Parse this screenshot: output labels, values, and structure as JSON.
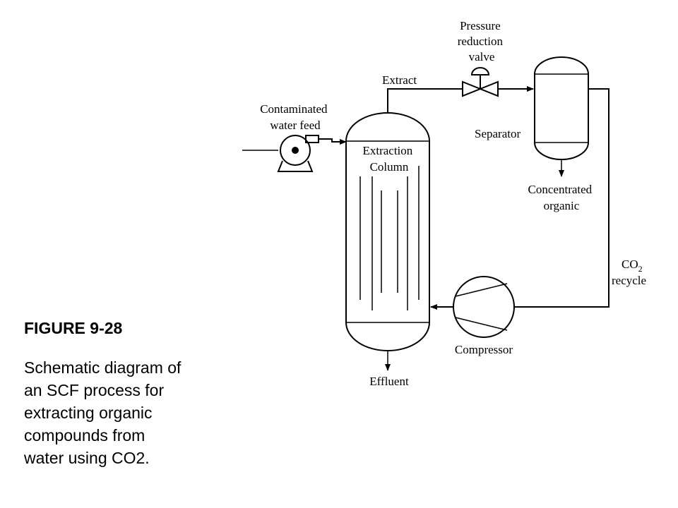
{
  "labels": {
    "pressure_valve": [
      "Pressure",
      "reduction",
      "valve"
    ],
    "extract": "Extract",
    "feed": [
      "Contaminated",
      "water feed"
    ],
    "extraction_column": [
      "Extraction",
      "Column"
    ],
    "separator": "Separator",
    "concentrated_organic": [
      "Concentrated",
      "organic"
    ],
    "co2_recycle": {
      "co": "CO",
      "sub": "2",
      "recycle": "recycle"
    },
    "compressor": "Compressor",
    "effluent": "Effluent"
  },
  "caption": {
    "title": "FIGURE 9-28",
    "lines": [
      "Schematic diagram of",
      "an SCF process for",
      "extracting organic",
      "compounds from",
      "water using CO2."
    ]
  }
}
